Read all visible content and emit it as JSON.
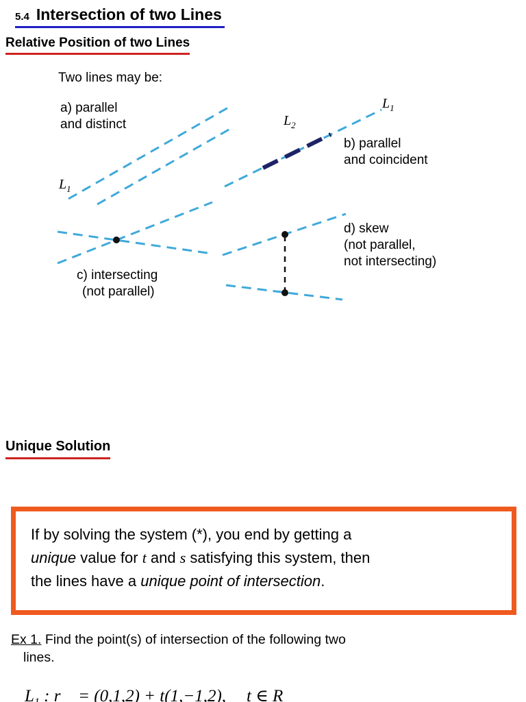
{
  "header": {
    "section_number": "5.4",
    "title": "Intersection of two Lines",
    "subtitle": "Relative Position of two Lines",
    "intro": "Two lines may be:"
  },
  "diagram": {
    "case_a": {
      "line1": "a) parallel",
      "line2": "and distinct"
    },
    "case_b": {
      "line1": "b) parallel",
      "line2": "and coincident"
    },
    "case_c": {
      "line1": "c) intersecting",
      "line2": "(not parallel)"
    },
    "case_d": {
      "line1": "d) skew",
      "line2": "(not parallel,",
      "line3": "not intersecting)"
    },
    "line_labels": {
      "l_base": "L",
      "sub_1": "1",
      "sub_2": "2"
    }
  },
  "unique": {
    "heading": "Unique Solution",
    "box_line1": "If by solving the system (*), you end by getting a",
    "box_line2": {
      "em1": "unique",
      "t1": " value for ",
      "var1": "t",
      "t2": " and ",
      "var2": "s",
      "t3": " satisfying this system, then"
    },
    "box_line3": {
      "t1": "the lines have a ",
      "em1": "unique point of intersection",
      "t2": "."
    }
  },
  "example": {
    "label": "Ex 1.",
    "sentence": " Find the point(s) of intersection of the following two",
    "sentence_cont": "lines.",
    "math": {
      "l_base": "L",
      "l_sub": "1",
      "body": " : r⃗ = (0,1,2) + t(1,−1,2),",
      "condition": "t ∈ R"
    }
  },
  "colors": {
    "title_underline_blue": "#1f1fc4",
    "heading_underline_red": "#cc2420",
    "dashed_line_blue": "#3fa9da",
    "coincident_navy": "#1e2366",
    "box_border_orange": "#ef5a1f",
    "dot_black": "#111111"
  }
}
